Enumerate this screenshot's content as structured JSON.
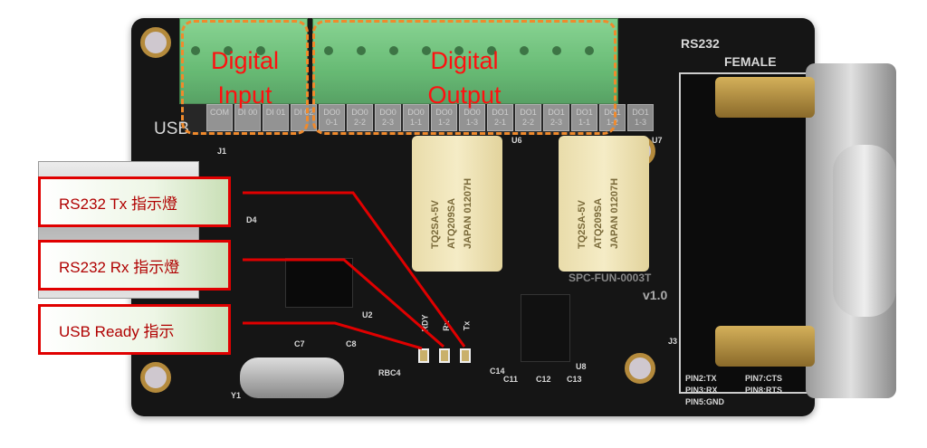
{
  "board": {
    "rs232_label": "RS232",
    "female_label": "FEMALE",
    "usb_label": "USB",
    "model": "SPC-FUN-0003T",
    "version": "v1.0",
    "pin_labels": [
      "PIN2:TX",
      "PIN3:RX",
      "PIN5:GND",
      "PIN7:CTS",
      "PIN8:RTS"
    ],
    "terminal_labels": [
      "COM",
      "DI 00",
      "DI 01",
      "DI 02",
      "DO0 0-1",
      "DO0 2-2",
      "DO0 2-3",
      "DO0 1-1",
      "DO0 1-2",
      "DO0 1-3",
      "DO1 2-1",
      "DO1 2-2",
      "DO1 2-3",
      "DO1 1-1",
      "DO1 1-2",
      "DO1 1-3"
    ],
    "relay_text": [
      "TQ2SA-5V",
      "ATQ209SA",
      "JAPAN 01207H"
    ],
    "led_labels": [
      "RDY",
      "Rx",
      "Tx"
    ],
    "components": [
      "J1",
      "D4",
      "U2",
      "C7",
      "C8",
      "Y1",
      "RBC4",
      "U6",
      "U7",
      "U8",
      "C11",
      "C12",
      "C13",
      "C14",
      "J3"
    ]
  },
  "annotations": {
    "digital_input": [
      "Digital",
      "Input"
    ],
    "digital_output": [
      "Digital",
      "Output"
    ],
    "tx_label": "RS232 Tx 指示燈",
    "rx_label": "RS232 Rx 指示燈",
    "ready_label": "USB Ready 指示"
  },
  "colors": {
    "annotation_red": "#e00000",
    "dash_orange": "#f08a2c",
    "board": "#151515"
  }
}
